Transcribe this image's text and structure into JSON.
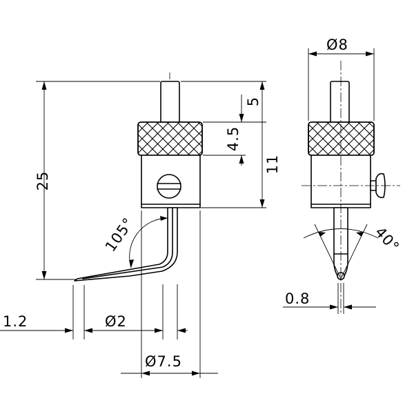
{
  "dimensions": {
    "total_length": "25",
    "top_pin_length": "5",
    "knurl_length": "4.5",
    "body_length": "11",
    "bend_angle": "105°",
    "tip_width": "1.2",
    "shaft_diameter": "Ø2",
    "body_diameter": "Ø7.5",
    "side_diameter": "Ø8",
    "tip_angle": "40°",
    "tip_diameter": "0.8"
  }
}
